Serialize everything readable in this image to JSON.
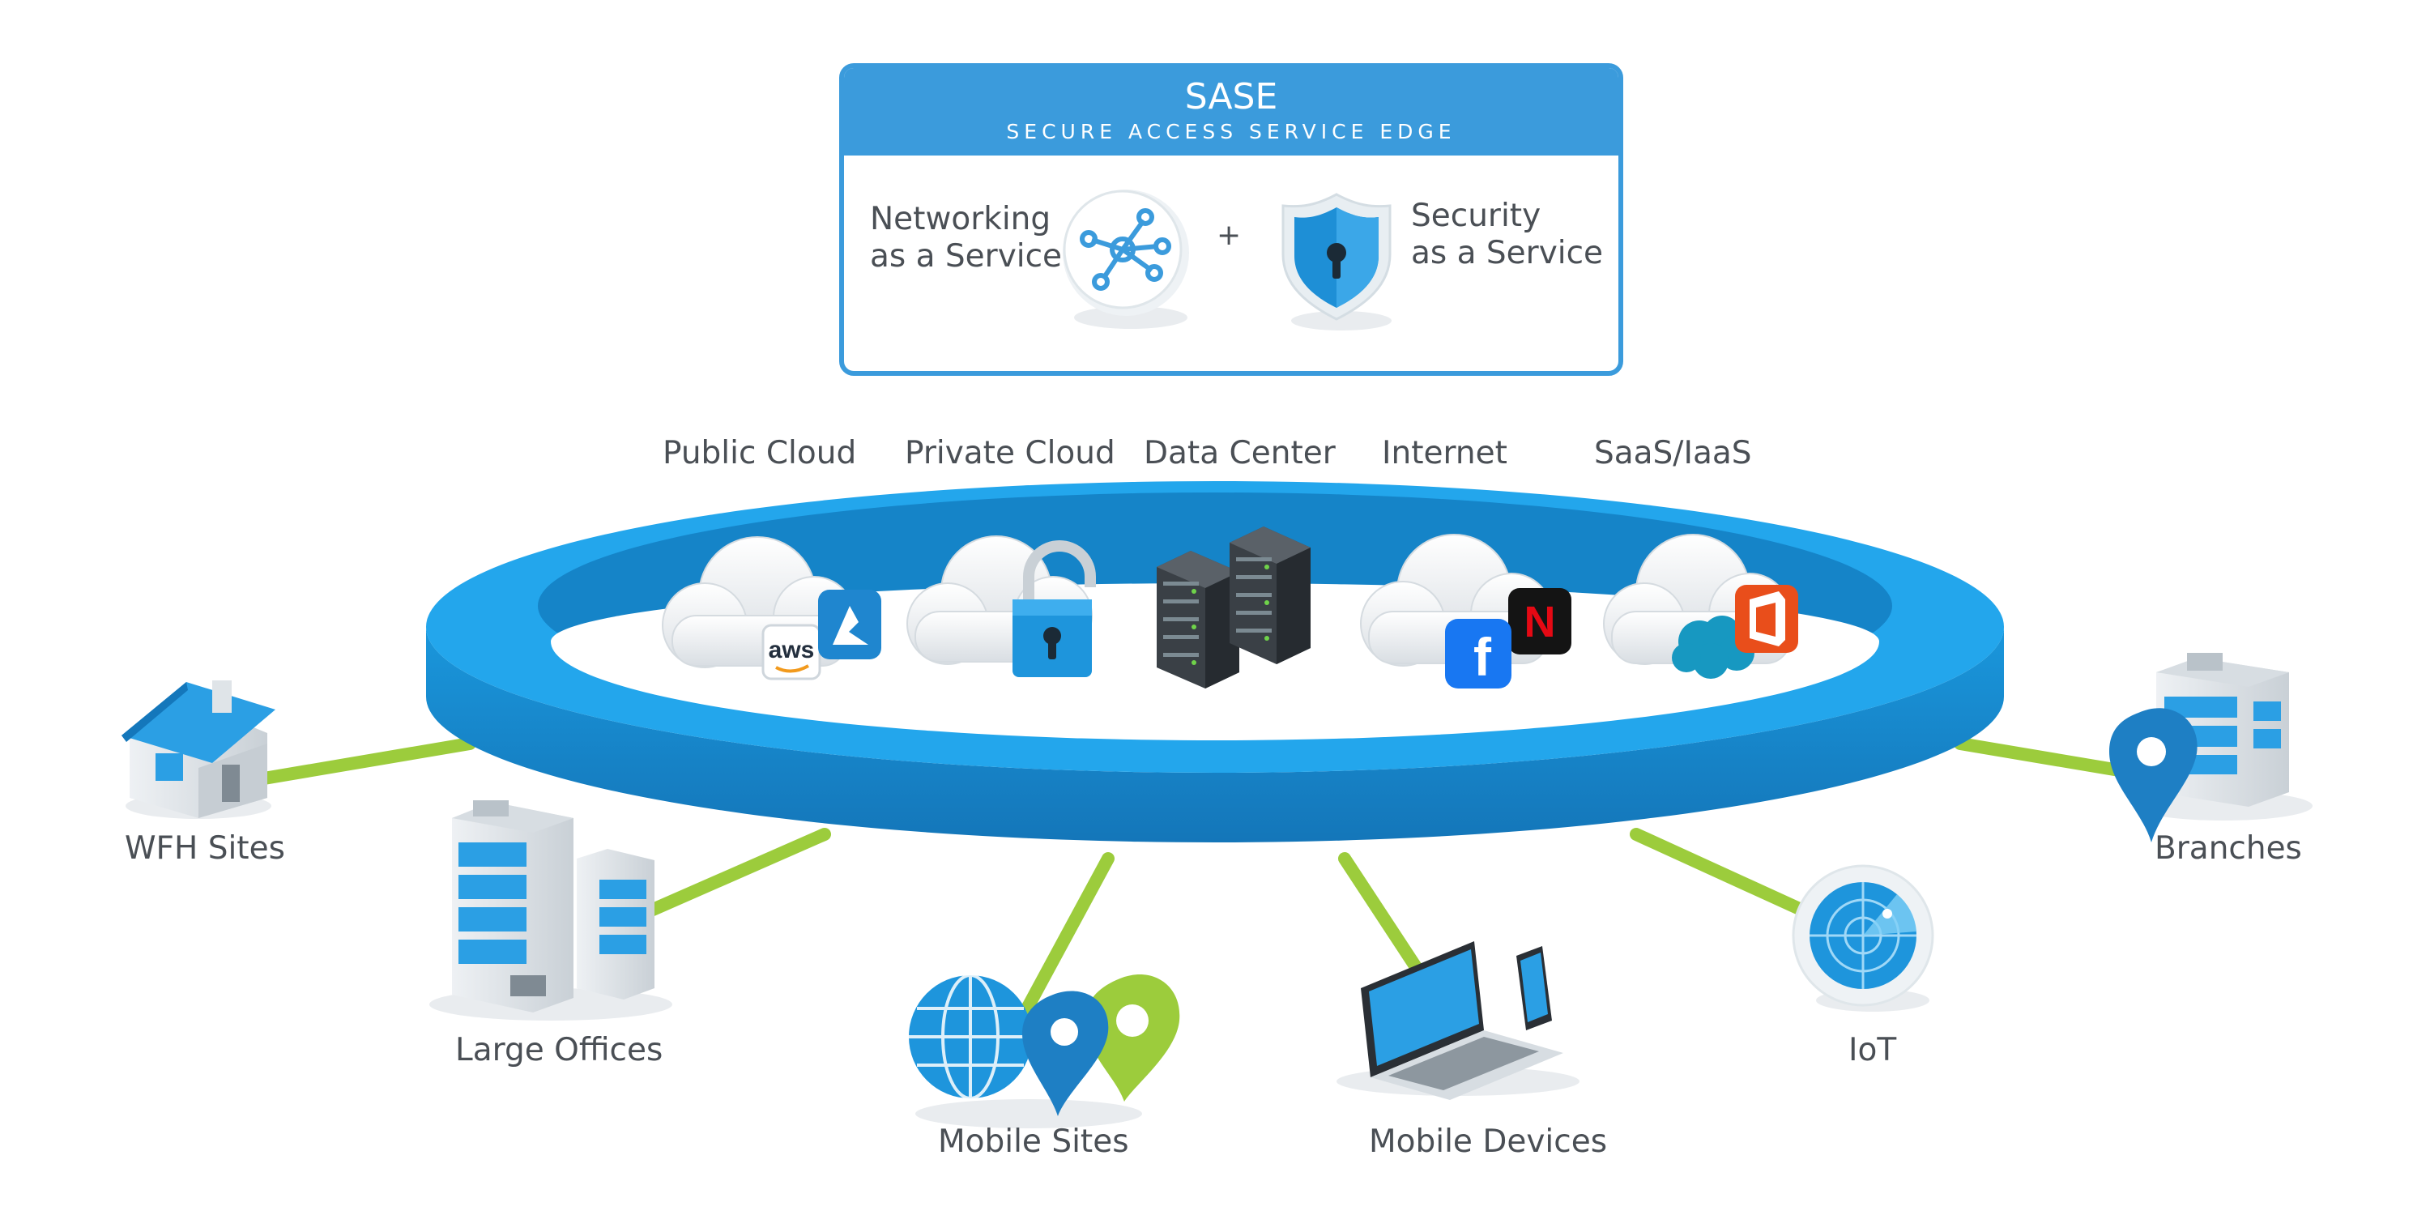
{
  "sase": {
    "title": "SASE",
    "subtitle": "SECURE ACCESS SERVICE EDGE",
    "networking": [
      "Networking",
      "as a Service"
    ],
    "plus": "+",
    "security": [
      "Security",
      "as a Service"
    ]
  },
  "ring_labels": {
    "public_cloud": "Public Cloud",
    "private_cloud": "Private Cloud",
    "data_center": "Data Center",
    "internet": "Internet",
    "saas_iaas": "SaaS/IaaS"
  },
  "logos": {
    "aws": "aws",
    "facebook": "f",
    "netflix": "N"
  },
  "nodes": {
    "wfh": "WFH Sites",
    "large_offices": "Large Offices",
    "mobile_sites": "Mobile Sites",
    "mobile_devices": "Mobile Devices",
    "iot": "IoT",
    "branches": "Branches"
  },
  "colors": {
    "accent": "#3b9bdc",
    "ring": "#1ea0e6",
    "ring_dark": "#178bd0",
    "link": "#9ccc3c",
    "text": "#4a4f55"
  }
}
